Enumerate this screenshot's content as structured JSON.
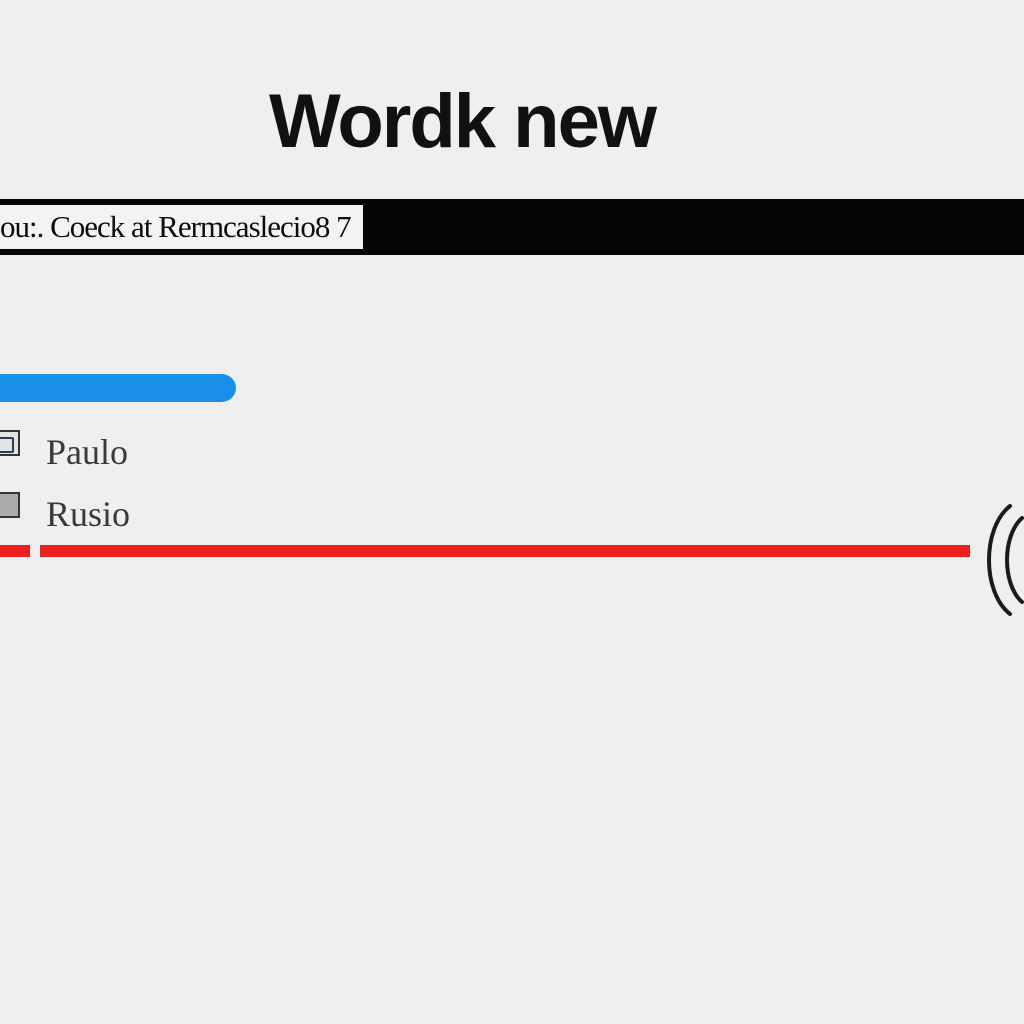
{
  "header": {
    "title": "Wordk new"
  },
  "command_bar": {
    "text": "ou:. Coeck at Rermcaslecio8 7"
  },
  "progress": {
    "value_fraction": 1.0,
    "color": "#1a8fea"
  },
  "options": [
    {
      "label": "Paulo",
      "icon": "checkbox-icon"
    },
    {
      "label": "Rusio",
      "icon": "checkbox-icon"
    }
  ],
  "colors": {
    "background": "#efefef",
    "command_bar": "#050505",
    "red_line": "#ee1f1f",
    "accent": "#1a8fea"
  },
  "icons": {
    "wave": "sound-wave-icon"
  }
}
